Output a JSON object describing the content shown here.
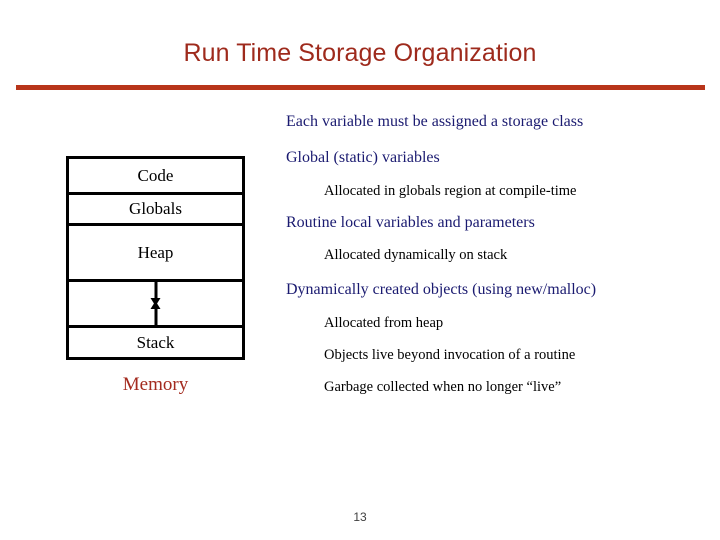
{
  "slide": {
    "title": "Run Time Storage Organization",
    "page_number": "13",
    "colors": {
      "title_red": "#9e2a1c",
      "rule_orange": "#b8351a",
      "bullet_navy": "#1a1a70",
      "subbullet_black": "#000000",
      "caption_red": "#a32a1e",
      "background": "#ffffff"
    }
  },
  "diagram": {
    "caption": "Memory",
    "rows": [
      {
        "label": "Code"
      },
      {
        "label": "Globals"
      },
      {
        "label": "Heap"
      },
      {
        "label": ""
      },
      {
        "label": "Stack"
      }
    ],
    "arrows": {
      "down": "arrow-down",
      "up": "arrow-up"
    }
  },
  "bullets": [
    {
      "level": 1,
      "text": "Each variable must be assigned a storage class"
    },
    {
      "level": 1,
      "text": "Global (static) variables"
    },
    {
      "level": 2,
      "text": "Allocated in globals region at compile-time"
    },
    {
      "level": 1,
      "text": "Routine local variables and parameters"
    },
    {
      "level": 2,
      "text": "Allocated dynamically on stack"
    },
    {
      "level": 1,
      "text": "Dynamically created objects (using new/malloc)"
    },
    {
      "level": 2,
      "text": "Allocated from heap"
    },
    {
      "level": 2,
      "text": "Objects live beyond invocation of a routine"
    },
    {
      "level": 2,
      "text": "Garbage collected when no longer “live”"
    }
  ]
}
